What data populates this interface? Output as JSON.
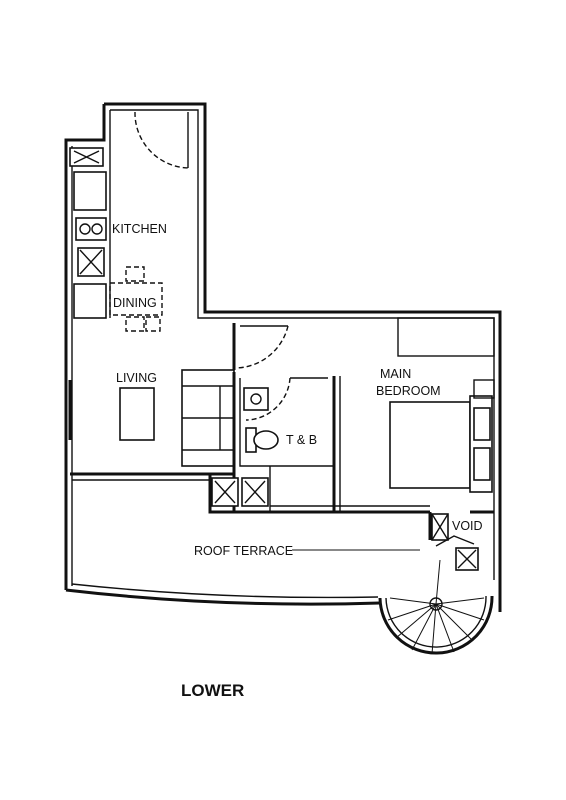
{
  "plan": {
    "level_caption": "LOWER",
    "rooms": {
      "kitchen": "KITCHEN",
      "dining": "DINING",
      "living": "LIVING",
      "bath": "T & B",
      "bedroom_line1": "MAIN",
      "bedroom_line2": "BEDROOM",
      "roof_terrace": "ROOF TERRACE",
      "void": "VOID"
    }
  }
}
